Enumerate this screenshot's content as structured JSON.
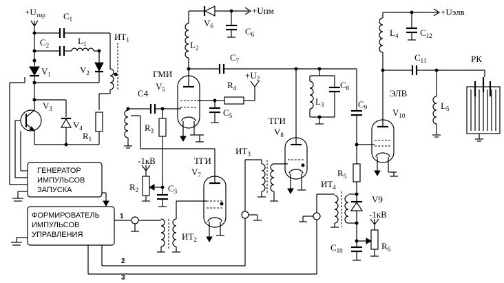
{
  "components": {
    "C1": "C",
    "C1_sub": "1",
    "C2": "C",
    "C2_sub": "2",
    "L1": "L",
    "L1_sub": "1",
    "IT1": "ИТ",
    "IT1_sub": "1",
    "V1": "V",
    "V1_sub": "1",
    "V2": "V",
    "V2_sub": "2",
    "V3": "V",
    "V3_sub": "3",
    "V4": "V",
    "V4_sub": "4",
    "R1": "R",
    "R1_sub": "1",
    "V6": "V",
    "V6_sub": "6",
    "C6": "C",
    "C6_sub": "6",
    "L2": "L",
    "L2_sub": "2",
    "C7": "C",
    "C7_sub": "7",
    "GMI": "ГМИ",
    "V5": "V",
    "V5_sub": "5",
    "C4": "C4",
    "R4": "R",
    "R4_sub": "4",
    "C5": "C",
    "C5_sub": "5",
    "R3": "R",
    "R3_sub": "3",
    "L3": "L",
    "L3_sub": "3",
    "C8": "C",
    "C8_sub": "8",
    "TGI_upper": "ТГИ",
    "V8": "V",
    "V8_sub": "8",
    "C9": "C",
    "C9_sub": "9",
    "IT3": "ИТ",
    "IT3_sub": "3",
    "TGI_lower": "ТГИ",
    "V7": "V",
    "V7_sub": "7",
    "R2": "R",
    "R2_sub": "2",
    "C3": "C",
    "C3_sub": "3",
    "IT2": "ИТ",
    "IT2_sub": "2",
    "IT4": "ИТ",
    "IT4_sub": "4",
    "R5": "R",
    "R5_sub": "5",
    "V9": "V9",
    "R6": "R",
    "R6_sub": "6",
    "C10": "C",
    "C10_sub": "10",
    "L4": "L",
    "L4_sub": "4",
    "C12": "C",
    "C12_sub": "12",
    "C11": "C",
    "C11_sub": "11",
    "ELV": "ЭЛВ",
    "V10": "V",
    "V10_sub": "10",
    "L5": "L",
    "L5_sub": "5",
    "RK": "РК"
  },
  "supplies": {
    "u_tir": "+U",
    "u_tir_sub": "тир",
    "u_pm": "+Uпм",
    "u_2": "+U",
    "u_2_sub": "2",
    "u_elv": "+Uэлв",
    "minus_1kv_left": "-1кВ",
    "minus_1kv_right": "-1кВ"
  },
  "blocks": {
    "generator": [
      "ГЕНЕРАТОР",
      "ИМПУЛЬСОВ",
      "ЗАПУСКА"
    ],
    "former": [
      "ФОРМИРОВАТЕЛЬ",
      "ИМПУЛЬСОВ",
      "УПРАВЛЕНИЯ"
    ]
  },
  "lines": {
    "n1": "1",
    "n2": "2",
    "n3": "3"
  }
}
